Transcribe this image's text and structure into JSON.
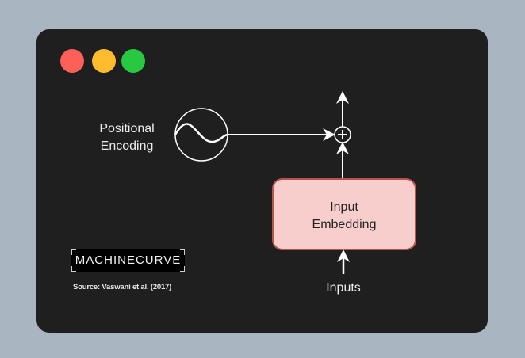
{
  "window": {
    "controls": [
      {
        "name": "close",
        "color": "#fe5f57"
      },
      {
        "name": "minimize",
        "color": "#febc2e"
      },
      {
        "name": "maximize",
        "color": "#28c840"
      }
    ]
  },
  "diagram": {
    "positional_encoding": {
      "line1": "Positional",
      "line2": "Encoding",
      "icon": "sine-wave-icon"
    },
    "adder": {
      "symbol": "+",
      "icon": "plus-circle-icon"
    },
    "input_embedding": {
      "line1": "Input",
      "line2": "Embedding",
      "fill": "#f8cecc",
      "stroke": "#b85450"
    },
    "inputs_label": "Inputs"
  },
  "branding": {
    "logo_text": "MACHINECURVE",
    "source": "Source: Vaswani et al. (2017)"
  }
}
